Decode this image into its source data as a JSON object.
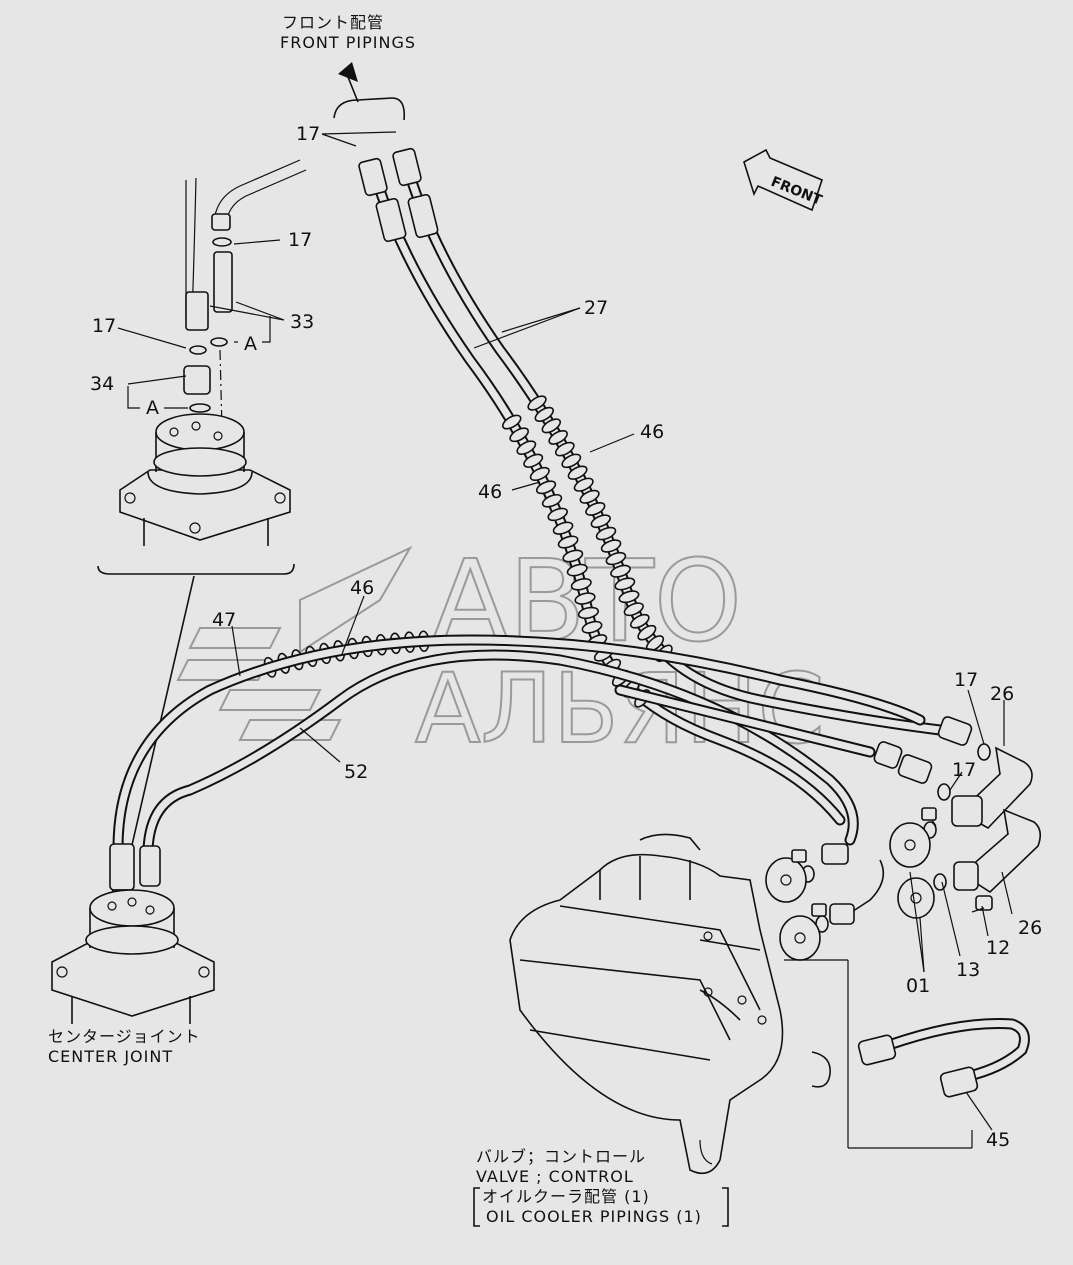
{
  "header": {
    "jp": "フロント配管",
    "en": "FRONT PIPINGS"
  },
  "front_arrow_text": "FRONT",
  "watermark": {
    "line1": "АВТО",
    "line2": "АЛЬЯНС"
  },
  "center_joint": {
    "jp": "センタージョイント",
    "en": "CENTER JOINT"
  },
  "valve_caption": {
    "jp_line": "バルブ；コントロール",
    "en_line": "VALVE ; CONTROL",
    "jp_sub": "オイルクーラ配管 (1)",
    "en_sub": "OIL COOLER PIPINGS (1)"
  },
  "callouts": {
    "c17_top": "17",
    "c17_a": "17",
    "c17_b": "17",
    "c33": "33",
    "a1": "A",
    "c34": "34",
    "a2": "A",
    "c27": "27",
    "c46_a": "46",
    "c46_b": "46",
    "c46_c": "46",
    "c47": "47",
    "c52": "52",
    "c17_c": "17",
    "c26_a": "26",
    "c17_d": "17",
    "c26_b": "26",
    "c12": "12",
    "c13": "13",
    "c01": "01",
    "c45": "45"
  }
}
